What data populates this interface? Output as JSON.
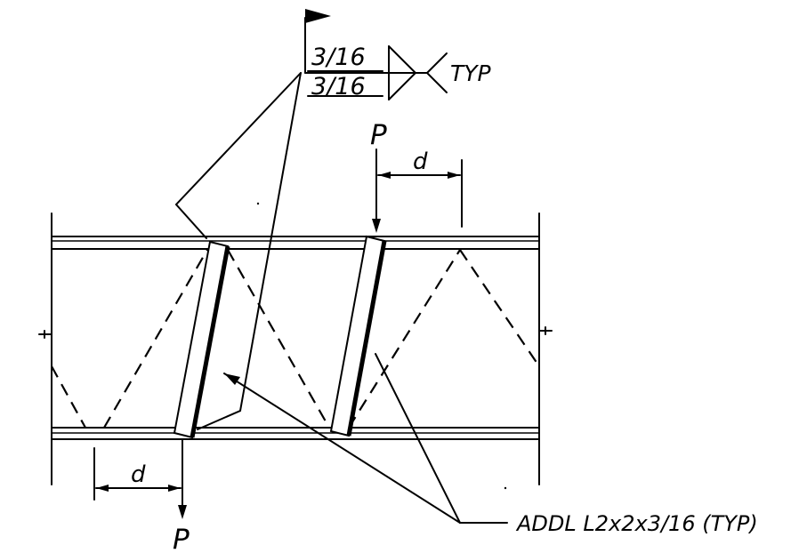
{
  "weld_symbol": {
    "arrow_side_size": "3/16",
    "other_side_size": "3/16",
    "tail_note": "TYP"
  },
  "loads": {
    "top_label": "P",
    "bottom_label": "P"
  },
  "dimensions": {
    "top_label": "d",
    "bottom_label": "d"
  },
  "callout": {
    "member_note": "ADDL L2x2x3/16 (TYP)"
  }
}
